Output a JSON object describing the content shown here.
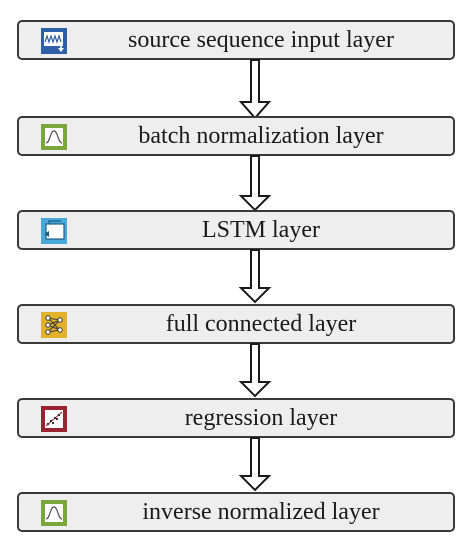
{
  "diagram": {
    "layers": [
      {
        "label": "source sequence input layer",
        "icon": "sequence-input-icon",
        "icon_color": "#2f5fa8"
      },
      {
        "label": "batch normalization layer",
        "icon": "normal-curve-icon",
        "icon_color": "#7aa63a"
      },
      {
        "label": "LSTM layer",
        "icon": "lstm-loop-icon",
        "icon_color": "#48a9d8"
      },
      {
        "label": "full connected layer",
        "icon": "fully-connected-icon",
        "icon_color": "#e3b22b"
      },
      {
        "label": "regression layer",
        "icon": "regression-icon",
        "icon_color": "#9b2231"
      },
      {
        "label": "inverse normalized layer",
        "icon": "normal-curve-icon",
        "icon_color": "#7aa63a"
      }
    ],
    "box_fill": "#eeeeee",
    "box_border": "#3a3a3a"
  }
}
